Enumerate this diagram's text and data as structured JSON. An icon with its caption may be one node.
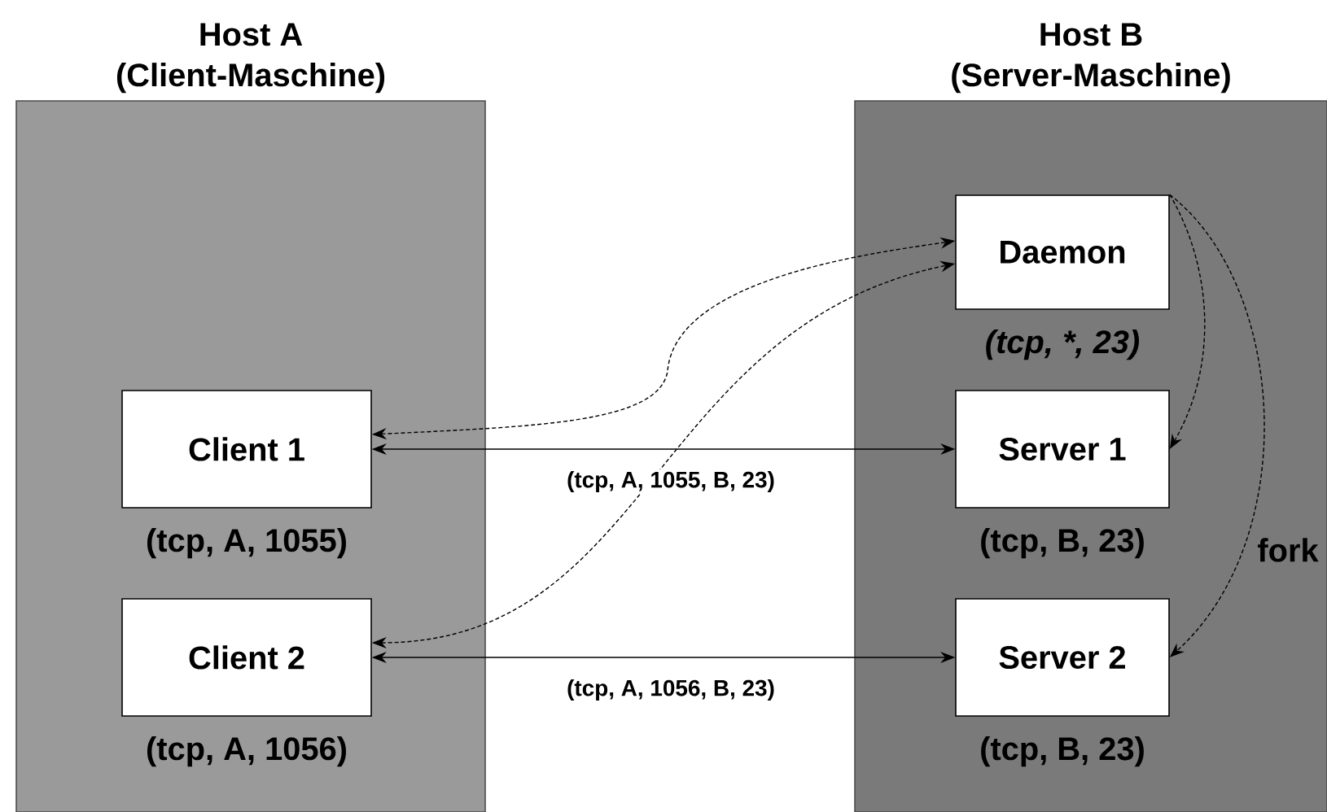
{
  "diagram": {
    "nodes": [
      {
        "text": [
          "Host A",
          "(Client-Maschine)"
        ]
      },
      {
        "text": [
          "Host B",
          "(Server-Maschine)"
        ]
      },
      {
        "text": [
          "Client 1"
        ],
        "in": 0,
        "beside": [
          "(tcp, A, 1055)"
        ]
      },
      {
        "text": [
          "Client 2"
        ],
        "in": 0,
        "beside": [
          "(tcp, A, 1056)"
        ]
      },
      {
        "text": [
          "Daemon"
        ],
        "in": 1,
        "beside": [
          "(tcp, *, 23)"
        ]
      },
      {
        "text": [
          "Server 1"
        ],
        "in": 1,
        "beside": [
          "(tcp, B, 23)"
        ]
      },
      {
        "text": [
          "Server 2"
        ],
        "in": 1,
        "beside": [
          "(tcp, B, 23)"
        ]
      }
    ],
    "edges": [
      {
        "from": 2,
        "to": 4,
        "arrow": "both",
        "style": "dashed"
      },
      {
        "from": 3,
        "to": 4,
        "arrow": "both",
        "style": "dashed"
      },
      {
        "from": 2,
        "to": 5,
        "arrow": "both",
        "label": "(tcp, A, 1055, B, 23)"
      },
      {
        "from": 3,
        "to": 6,
        "arrow": "both",
        "label": "(tcp, A, 1056, B, 23)"
      },
      {
        "from": 4,
        "to": 5,
        "arrow": "to",
        "style": "dashed"
      },
      {
        "from": 4,
        "to": 6,
        "arrow": "to",
        "style": "dashed",
        "label": "fork"
      }
    ]
  }
}
